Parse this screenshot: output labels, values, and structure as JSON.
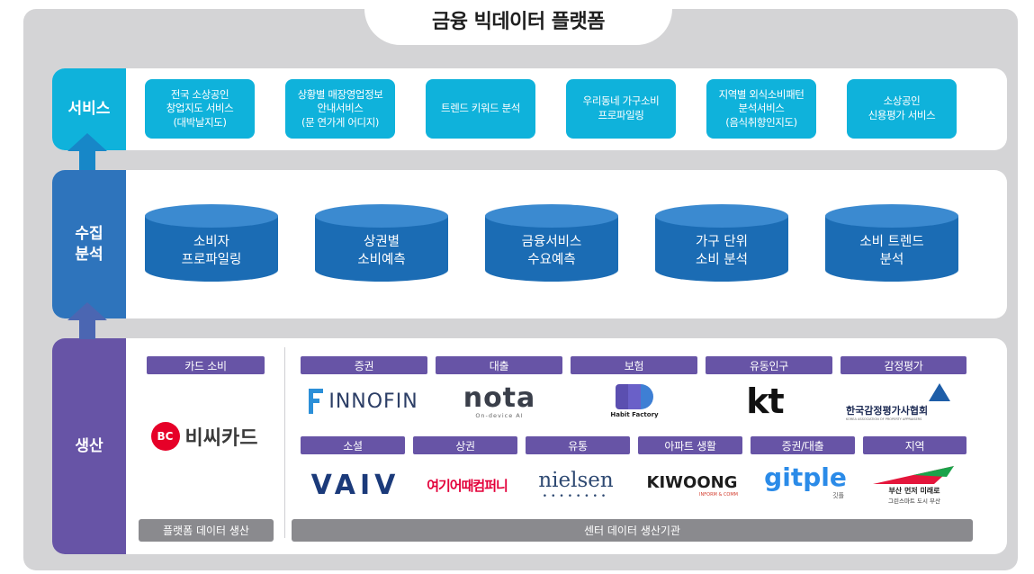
{
  "title": "금융 빅데이터 플랫폼",
  "colors": {
    "service": "#0fb2db",
    "analysis": "#2e74bc",
    "production": "#6754a6",
    "footer": "#8a8a8e"
  },
  "layers": {
    "service": {
      "label": "서비스"
    },
    "analysis": {
      "label": "수집\n분석"
    },
    "production": {
      "label": "생산"
    }
  },
  "services": [
    "전국 소상공인\n창업지도 서비스\n(대박날지도)",
    "상황별 매장영업정보\n안내서비스\n(문 연가게 어디지)",
    "트렌드 키워드 분석",
    "우리동네 가구소비\n프로파일링",
    "지역별 외식소비패턴\n분석서비스\n(음식취향인지도)",
    "소상공인\n신용평가 서비스"
  ],
  "analyses": [
    "소비자\n프로파일링",
    "상권별\n소비예측",
    "금융서비스\n수요예측",
    "가구 단위\n소비 분석",
    "소비 트렌드\n분석"
  ],
  "production": {
    "card_tag": "카드 소비",
    "card_logo": "비씨카드",
    "card_logo_mark": "BC",
    "row1_tags": [
      "증권",
      "대출",
      "보험",
      "유동인구",
      "감정평가"
    ],
    "row2_tags": [
      "소셜",
      "상권",
      "유통",
      "아파트 생활",
      "증권/대출",
      "지역"
    ],
    "logos": {
      "innofin": "INNOFIN",
      "nota": "nota",
      "nota_sub": "On-device AI",
      "habit": "Habit Factory",
      "kt": "kt",
      "kapa": "한국감정평가사협회",
      "kapa_sub": "KOREA ASSOCIATION OF PROPERTY APPRAISERS",
      "vaiv": "VAIV",
      "yeogi": "여기어때컴퍼니",
      "nielsen": "nielsen",
      "kiwoon": "KIWOONG",
      "kiwoon_sub": "INFORM & COMM",
      "gitple": "gitple",
      "gitple_sub": "깃플",
      "busan1": "부산 먼저 미래로",
      "busan2": "그린스마트 도시 부산"
    },
    "footer_left": "플랫폼 데이터 생산",
    "footer_right": "센터 데이터 생산기관"
  }
}
